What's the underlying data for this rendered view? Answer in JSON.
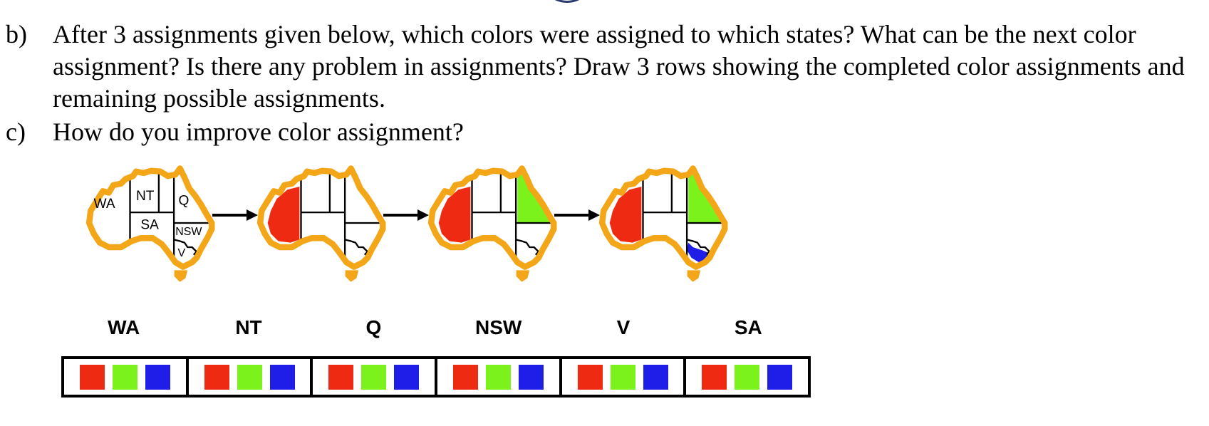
{
  "questions": [
    {
      "letter": "b)",
      "text": "After 3 assignments given below, which colors were assigned to which states? What can be the next color assignment? Is there any problem in assignments? Draw 3 rows showing the completed color assignments and remaining possible assignments."
    },
    {
      "letter": "c)",
      "text": "How do you improve color assignment?"
    }
  ],
  "map_labels": {
    "wa": "WA",
    "nt": "NT",
    "q": "Q",
    "sa": "SA",
    "nsw": "NSW",
    "v": "V"
  },
  "colors": {
    "red": "#ee2a12",
    "green": "#7cf21c",
    "blue": "#1e1ee8",
    "outline": "#f2a618"
  },
  "map_steps": [
    {
      "WA": null,
      "NT": null,
      "Q": null,
      "NSW": null,
      "V": null
    },
    {
      "WA": "red",
      "NT": null,
      "Q": null,
      "NSW": null,
      "V": null
    },
    {
      "WA": "red",
      "NT": null,
      "Q": "green",
      "NSW": null,
      "V": null
    },
    {
      "WA": "red",
      "NT": null,
      "Q": "green",
      "NSW": null,
      "V": "blue"
    }
  ],
  "domains": [
    {
      "state": "WA",
      "values": [
        "red",
        "green",
        "blue"
      ]
    },
    {
      "state": "NT",
      "values": [
        "red",
        "green",
        "blue"
      ]
    },
    {
      "state": "Q",
      "values": [
        "red",
        "green",
        "blue"
      ]
    },
    {
      "state": "NSW",
      "values": [
        "red",
        "green",
        "blue"
      ]
    },
    {
      "state": "V",
      "values": [
        "red",
        "green",
        "blue"
      ]
    },
    {
      "state": "SA",
      "values": [
        "red",
        "green",
        "blue"
      ]
    }
  ]
}
